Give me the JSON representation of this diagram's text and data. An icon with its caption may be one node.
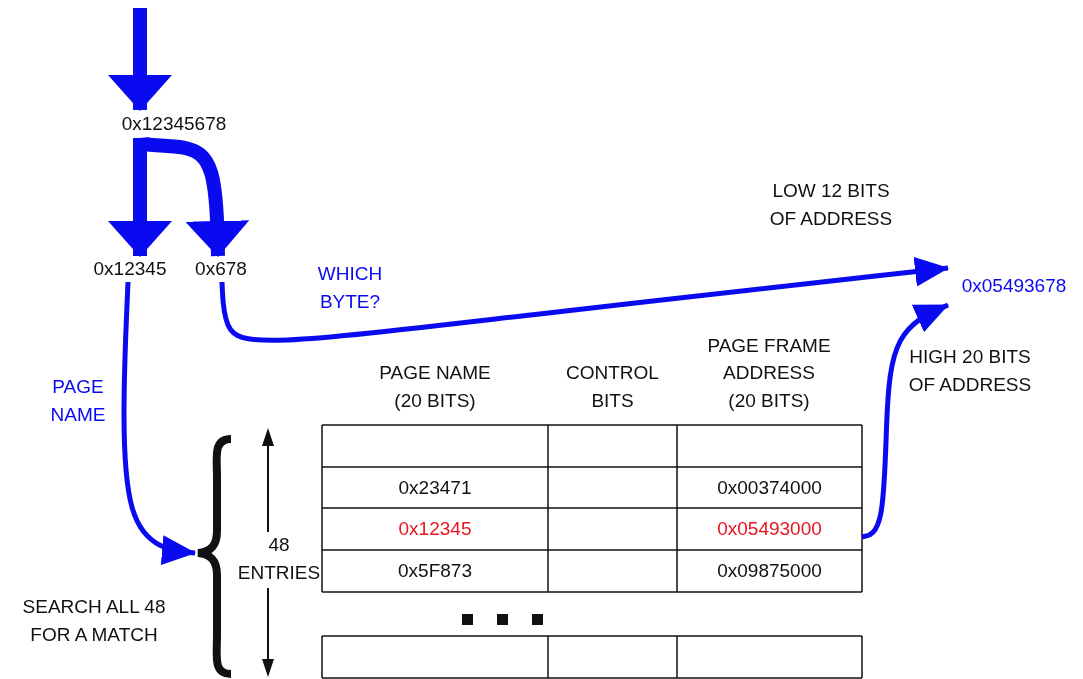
{
  "diagram": {
    "nodes": [
      {
        "text": [
          "0x12345678"
        ]
      },
      {
        "text": [
          "0x12345"
        ]
      },
      {
        "text": [
          "0x678"
        ]
      },
      {
        "text": [
          "0x05493678"
        ]
      },
      {
        "text": [],
        "shape": "brace",
        "beside": [
          "48 ENTRIES"
        ]
      },
      {
        "text": [
          "0x05493000"
        ]
      }
    ],
    "edges": [
      {
        "from": null,
        "to": 0,
        "arrow": "to",
        "style": "thick"
      },
      {
        "from": 0,
        "to": 1,
        "arrow": "to",
        "style": "thick"
      },
      {
        "from": 0,
        "to": 2,
        "arrow": "to",
        "style": "thick"
      },
      {
        "from": 2,
        "to": 3,
        "arrow": "to",
        "label": "WHICH BYTE?"
      },
      {
        "from": 1,
        "to": 4,
        "arrow": "to",
        "label": "PAGE NAME"
      },
      {
        "from": 5,
        "to": 3,
        "arrow": "to",
        "label": "HIGH 20 BITS OF ADDRESS"
      }
    ],
    "labels": [
      "PAGE NAME (20 BITS)",
      "CONTROL BITS",
      "PAGE FRAME ADDRESS (20 BITS)",
      "0x23471",
      "0x00374000",
      "0x12345",
      "0x5F873",
      "0x09875000",
      "SEARCH ALL 48 FOR A MATCH",
      "LOW 12 BITS OF ADDRESS"
    ]
  }
}
